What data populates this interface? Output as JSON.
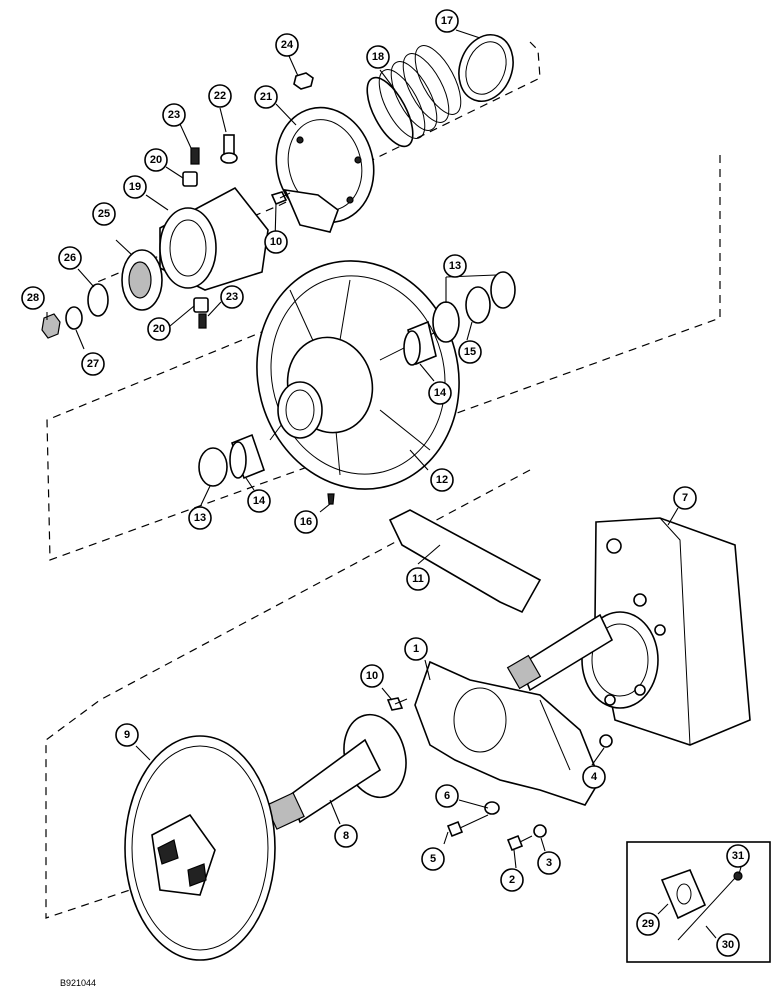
{
  "figure_id": "B921044",
  "callouts": [
    "1",
    "2",
    "3",
    "4",
    "5",
    "6",
    "7",
    "8",
    "9",
    "10",
    "10",
    "11",
    "12",
    "13",
    "13",
    "14",
    "14",
    "15",
    "16",
    "17",
    "18",
    "19",
    "20",
    "20",
    "21",
    "22",
    "23",
    "23",
    "24",
    "25",
    "26",
    "27",
    "28",
    "29",
    "30",
    "31"
  ]
}
